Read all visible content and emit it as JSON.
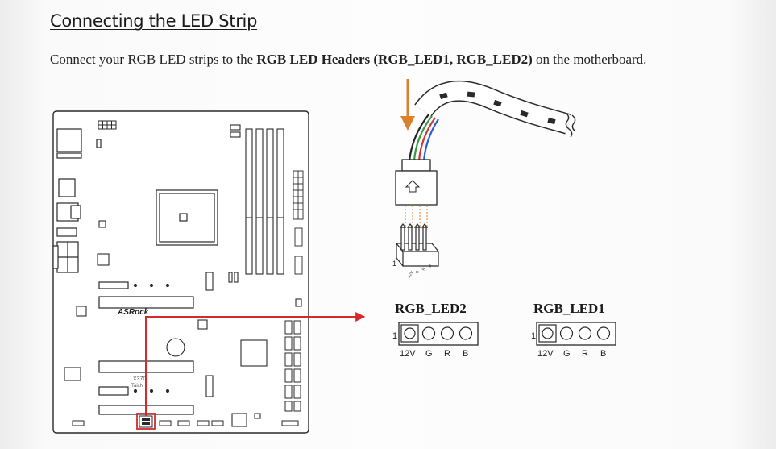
{
  "section_title": "Connecting the LED Strip",
  "intro": {
    "before": "Connect your RGB LED strips to the ",
    "bold": "RGB LED Headers (RGB_LED1, RGB_LED2)",
    "after": " on the motherboard."
  },
  "board": {
    "logo": "ASRock",
    "model_line1": "X370",
    "model_line2": "Taichi"
  },
  "cable_connector": {
    "pin1_marker": "1",
    "pin_labels": [
      "12V",
      "G",
      "R",
      "B"
    ]
  },
  "headers": [
    {
      "id": "rgb_led2",
      "name": "RGB_LED2",
      "pin1_marker": "1",
      "pin_labels": [
        "12V",
        "G",
        "R",
        "B"
      ]
    },
    {
      "id": "rgb_led1",
      "name": "RGB_LED1",
      "pin1_marker": "1",
      "pin_labels": [
        "12V",
        "G",
        "R",
        "B"
      ]
    }
  ],
  "colors": {
    "highlight_red": "#d42a2a",
    "down_arrow_orange": "#d9822b",
    "line_dark": "#2a2a2a"
  },
  "wire_colors": [
    "#222222",
    "#2f9e44",
    "#d63333",
    "#2a5fd6"
  ]
}
